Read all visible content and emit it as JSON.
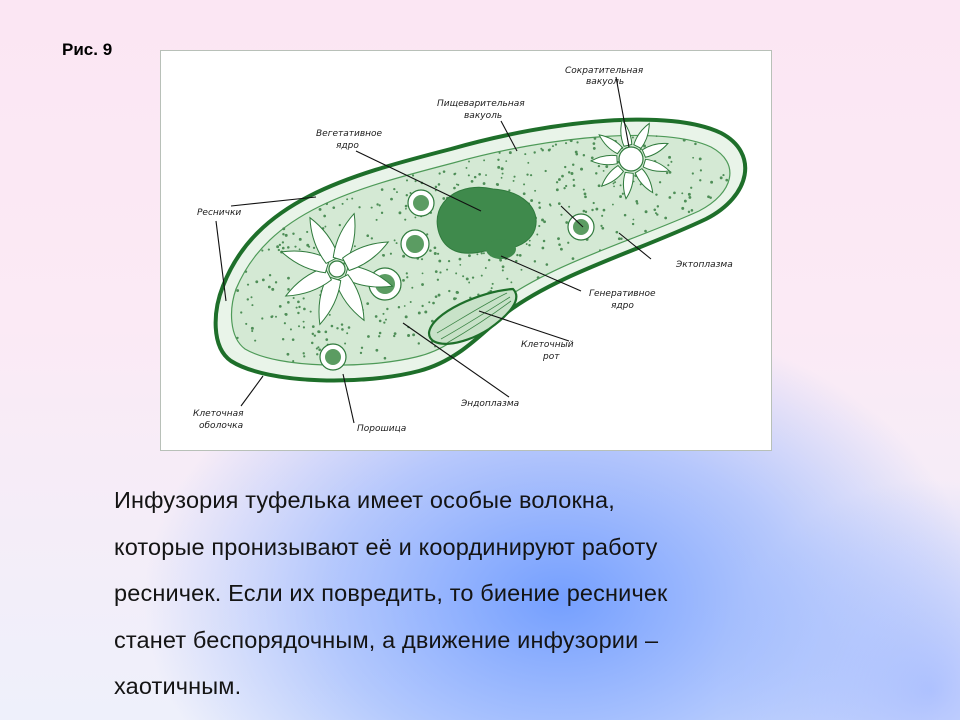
{
  "figure_label": "Рис. 9",
  "diagram": {
    "labels": {
      "contractile_vacuole": [
        "Сократительная",
        "вакуоль"
      ],
      "digestive_vacuole": [
        "Пищеварительная",
        "вакуоль"
      ],
      "vegetative_nucleus": [
        "Вегетативное",
        "ядро"
      ],
      "cilia": [
        "Реснички"
      ],
      "ectoplasm": [
        "Эктоплазма"
      ],
      "generative_nucleus": [
        "Генеративное",
        "ядро"
      ],
      "cell_mouth": [
        "Клеточный",
        "рот"
      ],
      "endoplasm": [
        "Эндоплазма"
      ],
      "cell_membrane": [
        "Клеточная",
        "оболочка"
      ],
      "anal_pore": [
        "Порошица"
      ]
    },
    "colors": {
      "membrane": "#1e6f2a",
      "cytoplasm": "#d4e9d4",
      "ectoplasm": "#e9f4e9",
      "nucleus": "#3f8a4c",
      "vacuole": "#ffffff",
      "cilia": "#2d6f35"
    }
  },
  "caption_lines": [
    "Инфузория туфелька имеет особые волокна,",
    "которые пронизывают её и координируют работу",
    "ресничек. Если их повредить, то биение ресничек",
    "станет беспорядочным, а движение инфузории –",
    "хаотичным."
  ]
}
